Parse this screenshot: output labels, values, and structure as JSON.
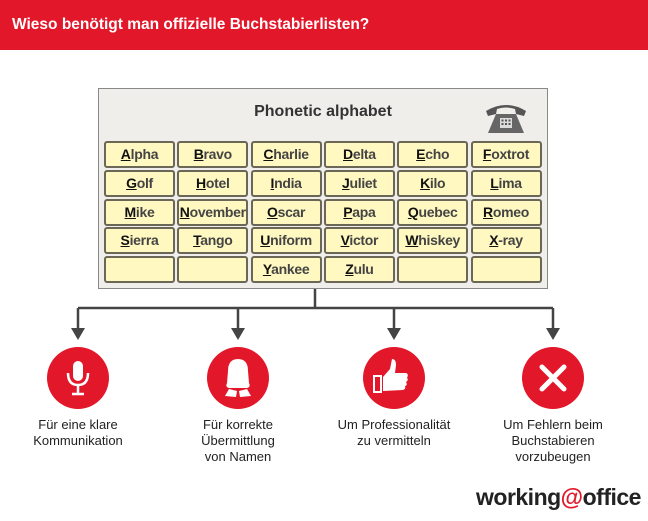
{
  "header": {
    "title": "Wieso benötigt man offizielle Buchstabierlisten?"
  },
  "panel": {
    "title": "Phonetic alphabet",
    "icon": "telephone-icon",
    "rows": [
      [
        "Alpha",
        "Bravo",
        "Charlie",
        "Delta",
        "Echo",
        "Foxtrot"
      ],
      [
        "Golf",
        "Hotel",
        "India",
        "Juliet",
        "Kilo",
        "Lima"
      ],
      [
        "Mike",
        "November",
        "Oscar",
        "Papa",
        "Quebec",
        "Romeo"
      ],
      [
        "Sierra",
        "Tango",
        "Uniform",
        "Victor",
        "Whiskey",
        "X-ray"
      ],
      [
        "",
        "",
        "Yankee",
        "Zulu",
        "",
        ""
      ]
    ]
  },
  "reasons": [
    {
      "icon": "microphone-icon",
      "lines": [
        "Für eine klare",
        "Kommunikation"
      ]
    },
    {
      "icon": "person-icon",
      "lines": [
        "Für korrekte",
        "Übermittlung",
        "von Namen"
      ]
    },
    {
      "icon": "thumbs-up-icon",
      "lines": [
        "Um Professionalität",
        "zu vermitteln"
      ]
    },
    {
      "icon": "x-icon",
      "lines": [
        "Um Fehlern beim",
        "Buchstabieren",
        "vorzubeugen"
      ]
    }
  ],
  "logo": {
    "left": "working",
    "at": "@",
    "right": "office"
  },
  "colors": {
    "accent": "#e3172a",
    "cell": "#fff8c0"
  }
}
